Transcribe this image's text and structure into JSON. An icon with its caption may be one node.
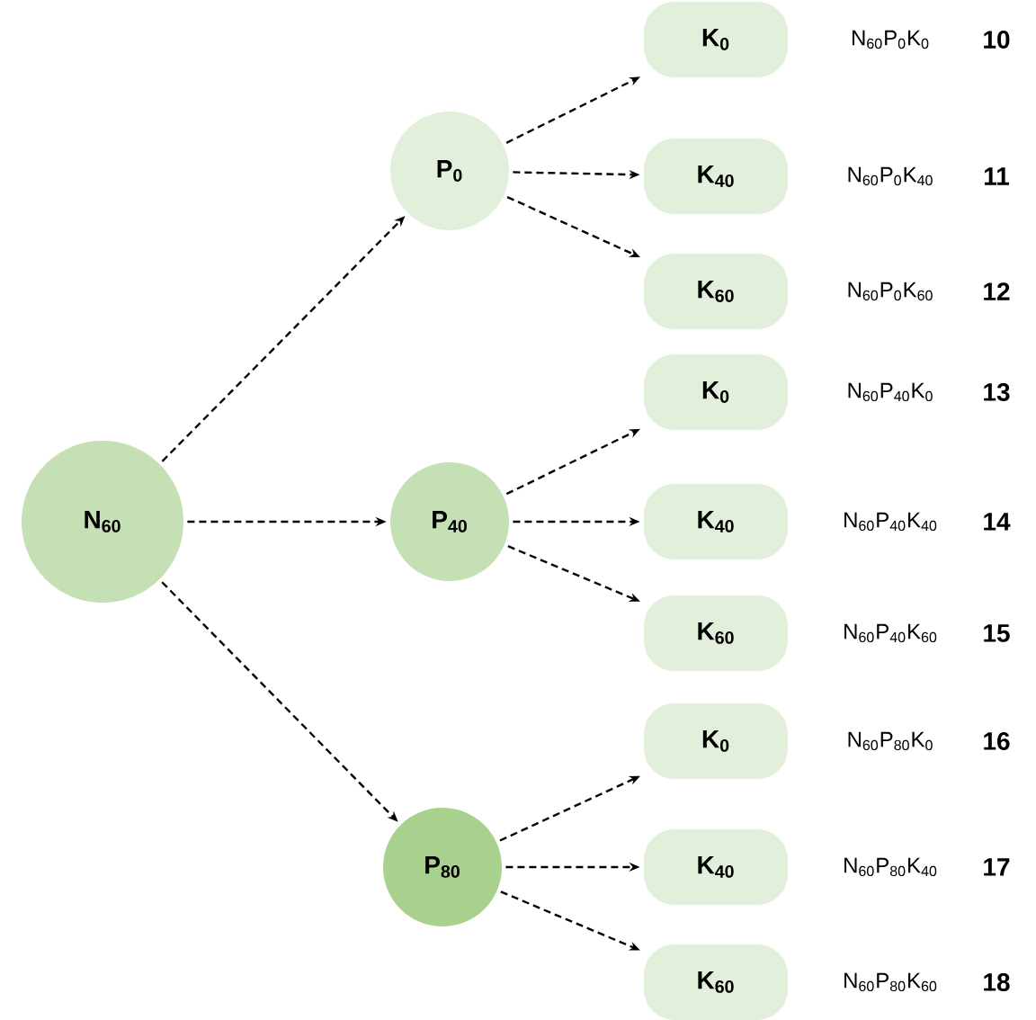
{
  "diagram": {
    "nodes": [
      {
        "text": [
          "N$_{60}$"
        ]
      },
      {
        "text": [
          "P$_{0}$"
        ]
      },
      {
        "text": [
          "P$_{40}$"
        ]
      },
      {
        "text": [
          "P$_{80}$"
        ]
      },
      {
        "text": [
          "K$_{0}$"
        ],
        "beside": [
          "N$_{60}$P$_{0}$K$_{0}$",
          "10"
        ]
      },
      {
        "text": [
          "K$_{40}$"
        ],
        "beside": [
          "N$_{60}$P$_{0}$K$_{40}$",
          "11"
        ]
      },
      {
        "text": [
          "K$_{60}$"
        ],
        "beside": [
          "N$_{60}$P$_{0}$K$_{60}$",
          "12"
        ]
      },
      {
        "text": [
          "K$_{0}$"
        ],
        "beside": [
          "N$_{60}$P$_{40}$K$_{0}$",
          "13"
        ]
      },
      {
        "text": [
          "K$_{40}$"
        ],
        "beside": [
          "N$_{60}$P$_{40}$K$_{40}$",
          "14"
        ]
      },
      {
        "text": [
          "K$_{60}$"
        ],
        "beside": [
          "N$_{60}$P$_{40}$K$_{60}$",
          "15"
        ]
      },
      {
        "text": [
          "K$_{0}$"
        ],
        "beside": [
          "N$_{60}$P$_{80}$K$_{0}$",
          "16"
        ]
      },
      {
        "text": [
          "K$_{40}$"
        ],
        "beside": [
          "N$_{60}$P$_{80}$K$_{40}$",
          "17"
        ]
      },
      {
        "text": [
          "K$_{60}$"
        ],
        "beside": [
          "N$_{60}$P$_{80}$K$_{60}$",
          "18"
        ]
      }
    ],
    "edges": [
      {
        "from": 0,
        "to": 1,
        "arrow": "to"
      },
      {
        "from": 0,
        "to": 2,
        "arrow": "to"
      },
      {
        "from": 0,
        "to": 3,
        "arrow": "to"
      },
      {
        "from": 1,
        "to": 4,
        "arrow": "to"
      },
      {
        "from": 1,
        "to": 5,
        "arrow": "to"
      },
      {
        "from": 1,
        "to": 6,
        "arrow": "to"
      },
      {
        "from": 2,
        "to": 7,
        "arrow": "to"
      },
      {
        "from": 2,
        "to": 8,
        "arrow": "to"
      },
      {
        "from": 2,
        "to": 9,
        "arrow": "to"
      },
      {
        "from": 3,
        "to": 10,
        "arrow": "to"
      },
      {
        "from": 3,
        "to": 11,
        "arrow": "to"
      },
      {
        "from": 3,
        "to": 12,
        "arrow": "to"
      }
    ]
  }
}
